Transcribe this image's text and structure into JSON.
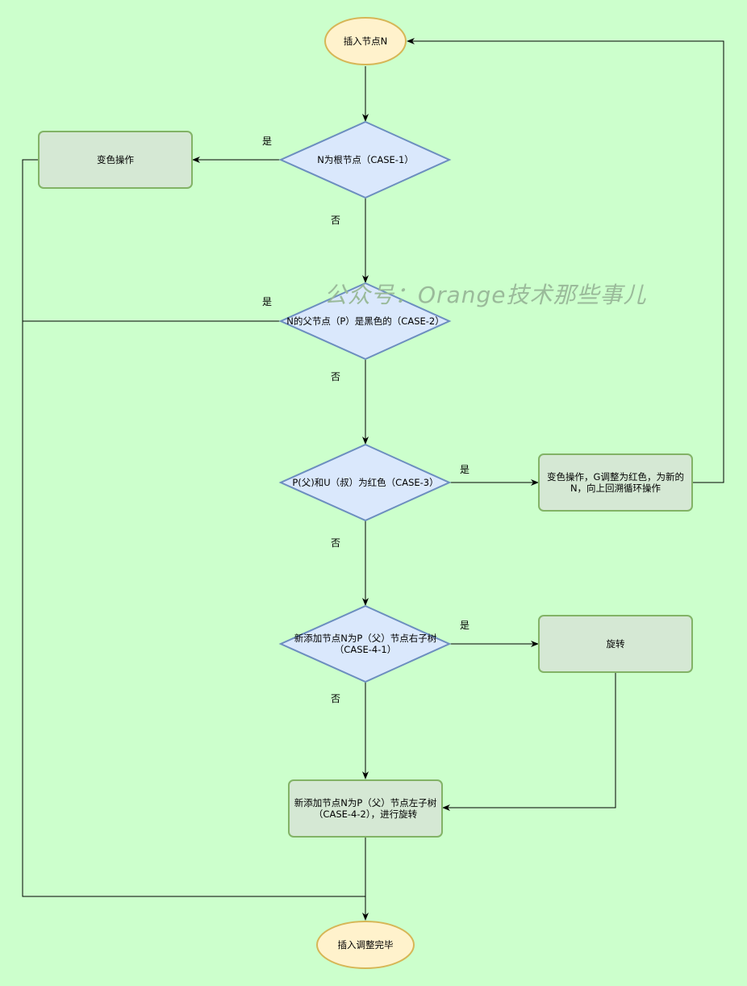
{
  "colors": {
    "background": "#ccffcc",
    "terminal_fill": "#fff2cc",
    "terminal_stroke": "#d6b656",
    "decision_fill": "#dae8fc",
    "decision_stroke": "#6c8ebf",
    "process_fill": "#d5e8d4",
    "process_stroke": "#82b366",
    "edge": "#000000"
  },
  "nodes": {
    "start": "插入节点N",
    "d1": "N为根节点（CASE-1）",
    "p1": "变色操作",
    "d2": "N的父节点（P）是黑色的（CASE-2）",
    "d3": "P(父)和U（叔）为红色（CASE-3）",
    "p3": "变色操作，G调整为红色，为新的N，向上回溯循环操作",
    "d4": "新添加节点N为P（父）节点右子树（CASE-4-1）",
    "p4": "旋转",
    "p5": "新添加节点N为P（父）节点左子树（CASE-4-2），进行旋转",
    "end": "插入调整完毕"
  },
  "edge_labels": {
    "yes": "是",
    "no": "否"
  },
  "watermark": "公众号：Orange技术那些事儿"
}
